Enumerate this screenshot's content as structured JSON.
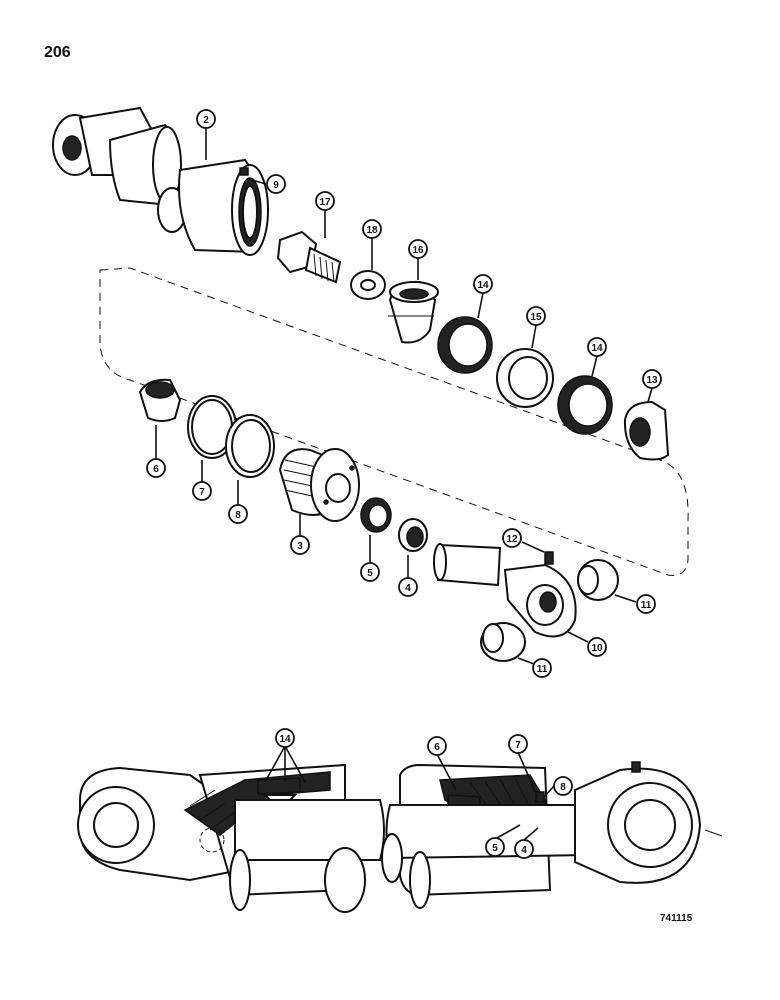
{
  "page_number": "206",
  "drawing_code": "741115",
  "callouts": {
    "c2": "2",
    "c9": "9",
    "c17": "17",
    "c18": "18",
    "c16": "16",
    "c14a": "14",
    "c15": "15",
    "c14b": "14",
    "c13": "13",
    "c6": "6",
    "c7": "7",
    "c8": "8",
    "c3": "3",
    "c5": "5",
    "c4": "4",
    "c12": "12",
    "c11a": "11",
    "c10": "10",
    "c11b": "11",
    "s14": "14",
    "s6": "6",
    "s7": "7",
    "s8": "8",
    "s5": "5",
    "s4": "4"
  }
}
